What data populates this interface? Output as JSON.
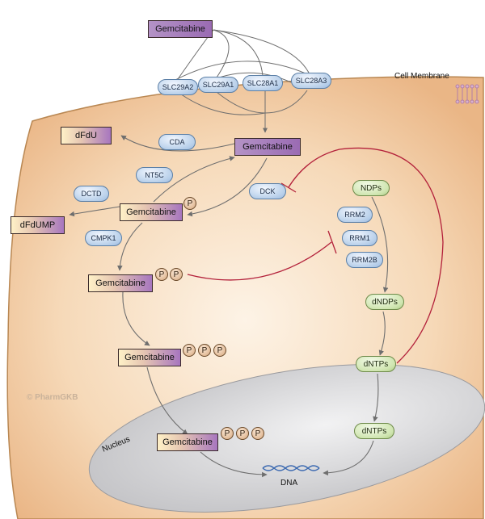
{
  "labels": {
    "cell_membrane": "Cell Membrane",
    "nucleus": "Nucleus",
    "dna": "DNA",
    "watermark": "© PharmGKB"
  },
  "drugs": {
    "gemcitabine_extracellular": "Gemcitabine",
    "gemcitabine_intracellular": "Gemcitabine",
    "gemcitabine_mp": "Gemcitabine",
    "gemcitabine_dp": "Gemcitabine",
    "gemcitabine_tp": "Gemcitabine",
    "gemcitabine_nuclear": "Gemcitabine",
    "dfdu": "dFdU",
    "dfdump": "dFdUMP"
  },
  "enzymes": {
    "slc29a2": "SLC29A2",
    "slc29a1": "SLC29A1",
    "slc28a1": "SLC28A1",
    "slc28a3": "SLC28A3",
    "cda": "CDA",
    "nt5c": "NT5C",
    "dck": "DCK",
    "dctd": "DCTD",
    "cmpk1": "CMPK1",
    "rrm2": "RRM2",
    "rrm1": "RRM1",
    "rrm2b": "RRM2B"
  },
  "metabolites": {
    "ndps": "NDPs",
    "dndps": "dNDPs",
    "dntps_cyto": "dNTPs",
    "dntps_nuc": "dNTPs"
  },
  "phosphate": "P",
  "colors": {
    "cell_fill": "#f0c394",
    "cell_stroke": "#b98752",
    "nucleus_fill": "#d4d4d6",
    "arrow": "#6e6e6e",
    "inhibition": "#b3203a",
    "drug_purple": "#9a6bb3",
    "enzyme_blue": "#b9d0ea",
    "metabolite_green": "#cfe5b0",
    "dna_blue": "#3a68b0"
  }
}
